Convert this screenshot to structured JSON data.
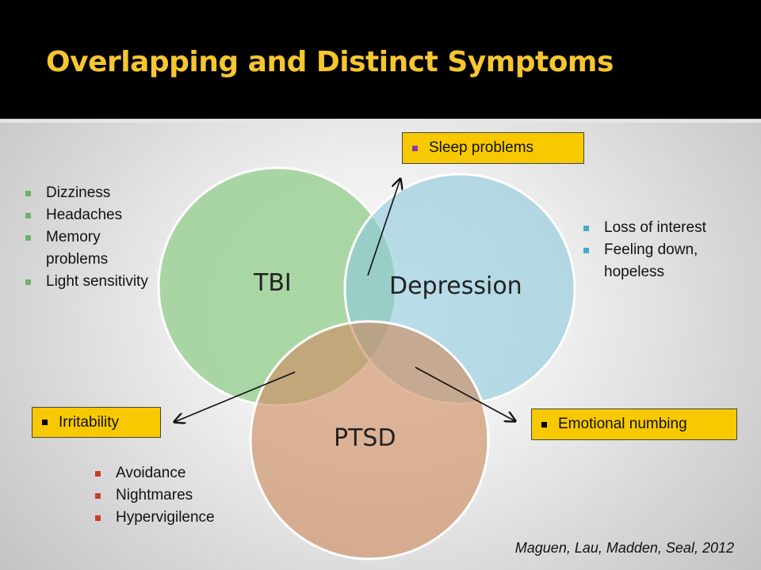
{
  "title": "Overlapping and Distinct Symptoms",
  "circles": {
    "tbi": "TBI",
    "depression": "Depression",
    "ptsd": "PTSD"
  },
  "tbi_symptoms": [
    "Dizziness",
    "Headaches",
    "Memory problems",
    "Light sensitivity"
  ],
  "depression_symptoms": [
    "Loss of interest",
    "Feeling down, hopeless"
  ],
  "ptsd_symptoms": [
    "Avoidance",
    "Nightmares",
    "Hypervigilence"
  ],
  "callouts": {
    "sleep": "Sleep problems",
    "irritability": "Irritability",
    "numbing": "Emotional numbing"
  },
  "citation": "Maguen, Lau, Madden, Seal, 2012",
  "colors": {
    "tbi": "#9fd19a",
    "depression": "#8ec8dc",
    "ptsd": "#cf8a60",
    "title": "#f6c62e",
    "callout_bg": "#f8c900",
    "tbi_marker": "#6bb36b",
    "depression_marker": "#4ba9cc",
    "ptsd_marker": "#cc3a2a",
    "sleep_marker": "#8a3aa6",
    "callout_marker": "#000000"
  }
}
